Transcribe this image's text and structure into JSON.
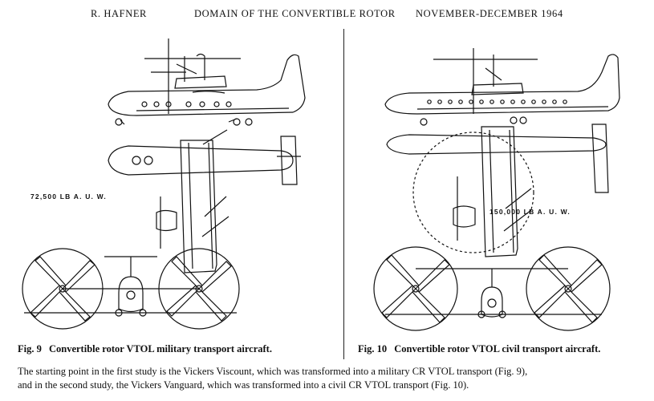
{
  "header": {
    "author": "R. HAFNER",
    "title": "DOMAIN OF THE CONVERTIBLE ROTOR",
    "date": "NOVEMBER-DECEMBER 1964"
  },
  "figures": [
    {
      "number": "Fig. 9",
      "caption": "Convertible rotor VTOL military transport aircraft.",
      "weight_label": "72,500 LB  A. U. W."
    },
    {
      "number": "Fig. 10",
      "caption": "Convertible rotor VTOL civil transport aircraft.",
      "weight_label": "150,000 LB  A. U. W."
    }
  ],
  "body_lines": [
    "The starting point in the first study is the Vickers Viscount, which was transformed into a military CR VTOL transport (Fig. 9),",
    "and in the second study, the Vickers Vanguard, which was transformed into a civil CR VTOL transport (Fig. 10)."
  ]
}
